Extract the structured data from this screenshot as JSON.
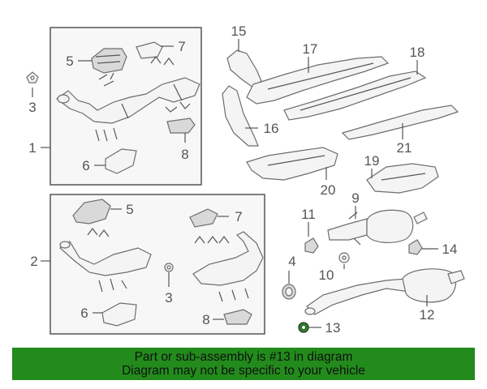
{
  "diagram": {
    "callouts": {
      "c1": "1",
      "c2": "2",
      "c3a": "3",
      "c3b": "3",
      "c4": "4",
      "c5a": "5",
      "c5b": "5",
      "c6a": "6",
      "c6b": "6",
      "c7a": "7",
      "c7b": "7",
      "c8a": "8",
      "c8b": "8",
      "c9": "9",
      "c10": "10",
      "c11": "11",
      "c12": "12",
      "c13": "13",
      "c14": "14",
      "c15": "15",
      "c16": "16",
      "c17": "17",
      "c18": "18",
      "c19": "19",
      "c20": "20",
      "c21": "21"
    },
    "highlight_color": "#228b1c"
  },
  "banner": {
    "line1": "Part or sub-assembly is #13 in diagram",
    "line2": "Diagram may not be specific to your vehicle"
  }
}
